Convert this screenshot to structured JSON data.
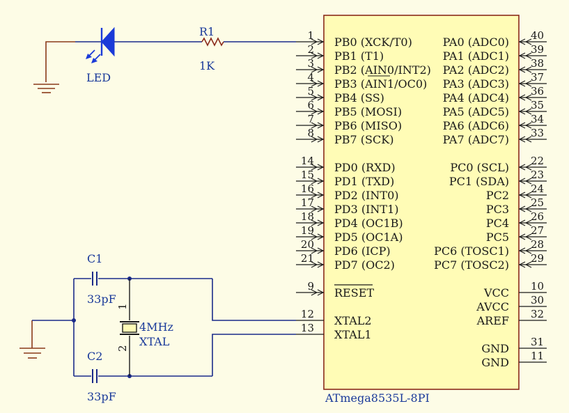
{
  "chip": {
    "name": "ATmega8535L-8PI",
    "left_pins": [
      {
        "num": "1",
        "name": "PB0 (XCK/T0)"
      },
      {
        "num": "2",
        "name": "PB1 (T1)"
      },
      {
        "num": "3",
        "name": "PB2 (AIN0/INT2)"
      },
      {
        "num": "4",
        "name": "PB3 (AIN1/OC0)"
      },
      {
        "num": "5",
        "name": "PB4 (SS)"
      },
      {
        "num": "6",
        "name": "PB5 (MOSI)"
      },
      {
        "num": "7",
        "name": "PB6 (MISO)"
      },
      {
        "num": "8",
        "name": "PB7 (SCK)"
      },
      {
        "num": "14",
        "name": "PD0 (RXD)"
      },
      {
        "num": "15",
        "name": "PD1 (TXD)"
      },
      {
        "num": "16",
        "name": "PD2 (INT0)"
      },
      {
        "num": "17",
        "name": "PD3 (INT1)"
      },
      {
        "num": "18",
        "name": "PD4 (OC1B)"
      },
      {
        "num": "19",
        "name": "PD5 (OC1A)"
      },
      {
        "num": "20",
        "name": "PD6 (ICP)"
      },
      {
        "num": "21",
        "name": "PD7 (OC2)"
      },
      {
        "num": "9",
        "name": "RESET"
      },
      {
        "num": "12",
        "name": "XTAL2"
      },
      {
        "num": "13",
        "name": "XTAL1"
      }
    ],
    "right_pins": [
      {
        "num": "40",
        "name": "PA0 (ADC0)"
      },
      {
        "num": "39",
        "name": "PA1 (ADC1)"
      },
      {
        "num": "38",
        "name": "PA2 (ADC2)"
      },
      {
        "num": "37",
        "name": "PA3 (ADC3)"
      },
      {
        "num": "36",
        "name": "PA4 (ADC4)"
      },
      {
        "num": "35",
        "name": "PA5 (ADC5)"
      },
      {
        "num": "34",
        "name": "PA6 (ADC6)"
      },
      {
        "num": "33",
        "name": "PA7 (ADC7)"
      },
      {
        "num": "22",
        "name": "PC0 (SCL)"
      },
      {
        "num": "23",
        "name": "PC1 (SDA)"
      },
      {
        "num": "24",
        "name": "PC2"
      },
      {
        "num": "25",
        "name": "PC3"
      },
      {
        "num": "26",
        "name": "PC4"
      },
      {
        "num": "27",
        "name": "PC5"
      },
      {
        "num": "28",
        "name": "PC6 (TOSC1)"
      },
      {
        "num": "29",
        "name": "PC7 (TOSC2)"
      },
      {
        "num": "10",
        "name": "VCC"
      },
      {
        "num": "30",
        "name": "AVCC"
      },
      {
        "num": "32",
        "name": "AREF"
      },
      {
        "num": "31",
        "name": "GND"
      },
      {
        "num": "11",
        "name": "GND"
      }
    ]
  },
  "components": {
    "r1": {
      "ref": "R1",
      "value": "1K"
    },
    "led": {
      "ref": "LED"
    },
    "c1": {
      "ref": "C1",
      "value": "33pF"
    },
    "c2": {
      "ref": "C2",
      "value": "33pF"
    },
    "crystal": {
      "value": "4MHz",
      "ref": "XTAL",
      "pin1": "1",
      "pin2": "2"
    }
  },
  "colors": {
    "background": "#fdfce6",
    "chip_fill": "#fffcb6",
    "chip_border": "#8a2a1a",
    "wire": "#1a2a8a",
    "led": "#1a3ad8"
  }
}
